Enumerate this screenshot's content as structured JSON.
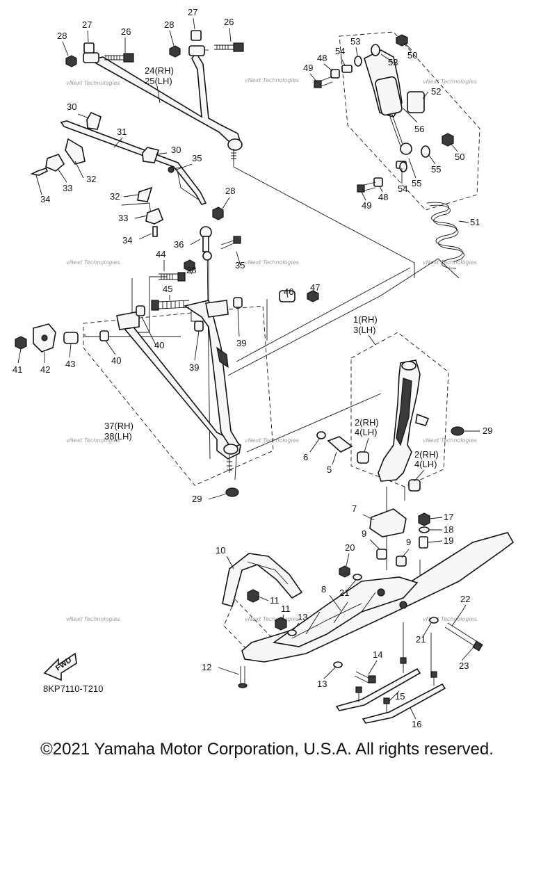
{
  "diagram": {
    "code": "8KP7110-T210",
    "watermark": "vNext Technologies",
    "fwd_label": "FWD",
    "callouts": {
      "c1": "1(RH)",
      "c3": "3(LH)",
      "c2a": "2(RH)",
      "c4a": "4(LH)",
      "c2b": "2(RH)",
      "c4b": "4(LH)",
      "c5": "5",
      "c6": "6",
      "c7": "7",
      "c8": "8",
      "c9a": "9",
      "c9b": "9",
      "c10": "10",
      "c11a": "11",
      "c11b": "11",
      "c12": "12",
      "c13a": "13",
      "c13b": "13",
      "c14": "14",
      "c15": "15",
      "c16": "16",
      "c17": "17",
      "c18": "18",
      "c19": "19",
      "c20": "20",
      "c21a": "21",
      "c21b": "21",
      "c22": "22",
      "c23": "23",
      "c24": "24(RH)",
      "c25": "25(LH)",
      "c26a": "26",
      "c26b": "26",
      "c27a": "27",
      "c27b": "27",
      "c28a": "28",
      "c28b": "28",
      "c28c": "28",
      "c28d": "28",
      "c29a": "29",
      "c29b": "29",
      "c30a": "30",
      "c30b": "30",
      "c31": "31",
      "c32a": "32",
      "c32b": "32",
      "c33a": "33",
      "c33b": "33",
      "c34a": "34",
      "c34b": "34",
      "c35a": "35",
      "c35b": "35",
      "c36": "36",
      "c37": "37(RH)",
      "c38": "38(LH)",
      "c39a": "39",
      "c39b": "39",
      "c40a": "40",
      "c40b": "40",
      "c41": "41",
      "c42": "42",
      "c43": "43",
      "c44": "44",
      "c45": "45",
      "c46": "46",
      "c47": "47",
      "c48a": "48",
      "c48b": "48",
      "c49a": "49",
      "c49b": "49",
      "c50a": "50",
      "c50b": "50",
      "c51": "51",
      "c52": "52",
      "c53a": "53",
      "c53b": "53",
      "c54a": "54",
      "c54b": "54",
      "c55a": "55",
      "c55b": "55",
      "c56": "56"
    }
  },
  "footer": {
    "copyright": "©2021 Yamaha Motor Corporation, U.S.A. All rights reserved."
  }
}
